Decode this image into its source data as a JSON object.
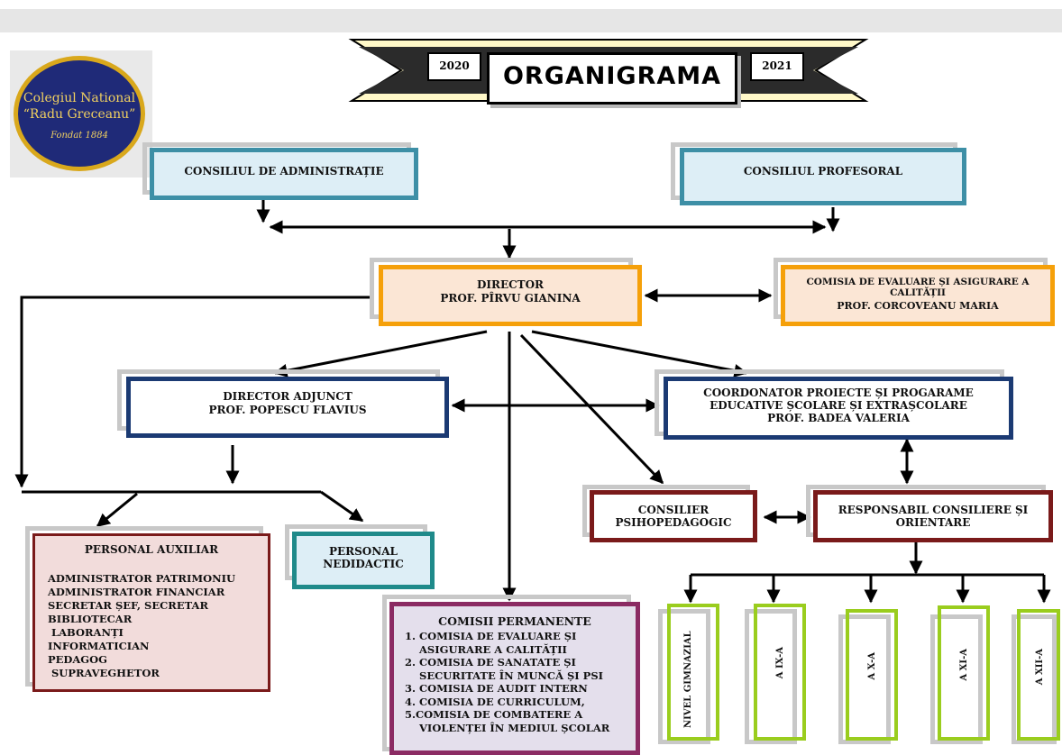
{
  "header": {
    "year_left": "2020",
    "title": "ORGANIGRAMA",
    "year_right": "2021"
  },
  "logo": {
    "line1": "Colegiul National",
    "line2": "“Radu Greceanu”",
    "line3": "Fondat 1884"
  },
  "nodes": {
    "consiliul_admin": "CONSILIUL DE ADMINISTRAȚIE",
    "consiliul_prof": "CONSILIUL PROFESORAL",
    "director_title": "DIRECTOR",
    "director_name": "PROF. PÎRVU GIANINA",
    "ceac_title": "COMISIA DE EVALUARE ȘI ASIGURARE A CALITĂȚII",
    "ceac_name": "PROF. CORCOVEANU MARIA",
    "adjunct_title": "DIRECTOR ADJUNCT",
    "adjunct_name": "PROF. POPESCU FLAVIUS",
    "coord_line1": "COORDONATOR PROIECTE ȘI PROGARAME",
    "coord_line2": "EDUCATIVE ȘCOLARE ȘI EXTRAȘCOLARE",
    "coord_name": "PROF. BADEA VALERIA",
    "consilier_line1": "CONSILIER",
    "consilier_line2": "PSIHOPEDAGOGIC",
    "resp_line1": "RESPONSABIL CONSILIERE ȘI",
    "resp_line2": "ORIENTARE",
    "aux_title": "PERSONAL AUXILIAR",
    "aux_items": [
      "ADMINISTRATOR  PATRIMONIU",
      "ADMINISTRATOR FINANCIAR",
      "SECRETAR ȘEF, SECRETAR",
      "BIBLIOTECAR",
      " LABORANȚI",
      "INFORMATICIAN",
      "PEDAGOG",
      " SUPRAVEGHETOR"
    ],
    "nedidactic_line1": "PERSONAL",
    "nedidactic_line2": "NEDIDACTIC",
    "comisii_title": "COMISII PERMANENTE",
    "comisii_items": [
      "1. COMISIA DE EVALUARE ȘI",
      "    ASIGURARE A CALITĂȚII",
      "2. COMISIA DE SANATATE ȘI",
      "    SECURITATE ÎN MUNCĂ ȘI PSI",
      "3. COMISIA DE AUDIT INTERN",
      "4. COMISIA DE CURRICULUM,",
      "5.COMISIA DE COMBATERE A",
      "    VIOLENȚEI ÎN MEDIUL ȘCOLAR"
    ],
    "levels": [
      "NIVEL GIMNAZIAL",
      "A IX-A",
      "A X-A",
      "A XI-A",
      "A XII-A"
    ]
  },
  "colors": {
    "teal": "#3d8fa6",
    "orange": "#f5a00a",
    "navy": "#1b3a73",
    "maroon": "#7a1a1a",
    "magenta": "#8b2b63",
    "lime": "#9acd1e",
    "dark_teal": "#1f8a8a"
  }
}
